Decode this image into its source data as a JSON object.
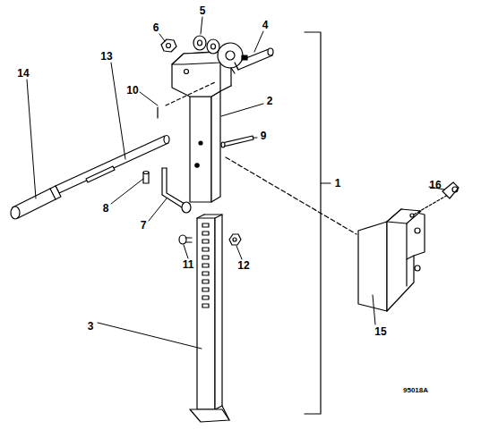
{
  "diagram": {
    "labels": [
      "5",
      "4",
      "6",
      "10",
      "13",
      "14",
      "2",
      "9",
      "8",
      "7",
      "11",
      "12",
      "3",
      "1",
      "16",
      "15",
      "95018A"
    ]
  }
}
